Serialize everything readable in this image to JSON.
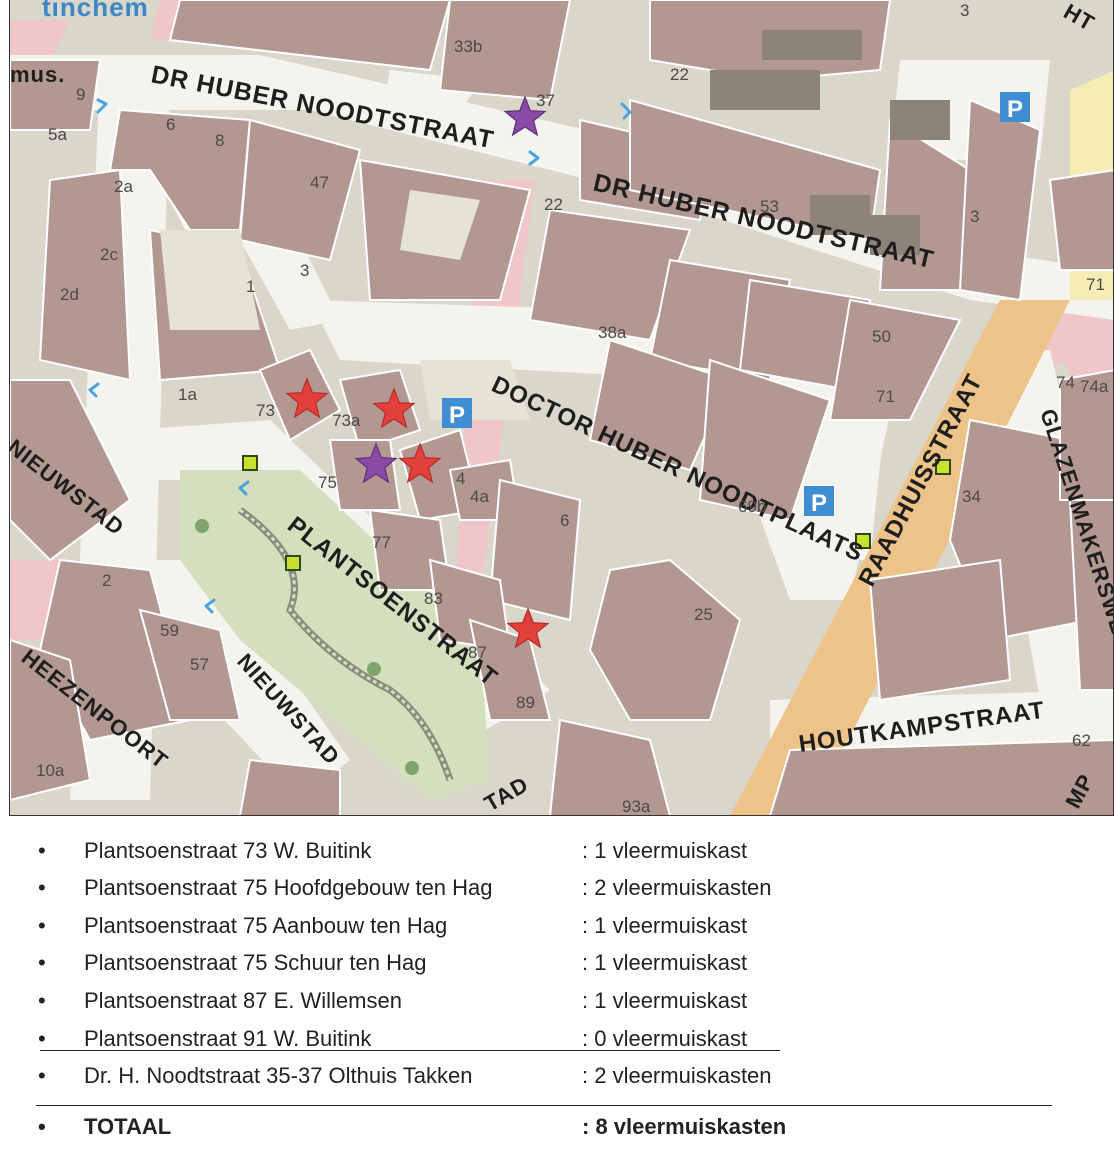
{
  "map": {
    "top_label": "tinchem",
    "label_mus": "mus.",
    "parking_symbol": "P",
    "streets": {
      "huber_west": "DR HUBER NOODTSTRAAT",
      "huber_east": "DR HUBER NOODTSTRAAT",
      "doctor_huber_plaats": "DOCTOR HUBER NOODTPLAATS",
      "raadhuisstraat": "RAADHUISSTRAAT",
      "glazenmakerswegje": "GLAZENMAKERSWEGJE",
      "houtkampstraat": "HOUTKAMPSTRAAT",
      "plantsoenstraat": "PLANTSOENSTRAAT",
      "nieuwstad_west": "NIEUWSTAD",
      "nieuwstad_south": "NIEUWSTAD",
      "heezenpoort": "HEEZENPOORT",
      "tad_fragment": "TAD",
      "mp_fragment": "MP",
      "ht_fragment": "HT"
    },
    "house_numbers": {
      "n9": "9",
      "n5a": "5a",
      "n6": "6",
      "n8": "8",
      "n47": "47",
      "n2a": "2a",
      "n2c": "2c",
      "n2d": "2d",
      "n1": "1",
      "n3a": "3",
      "n33b": "33b",
      "n37": "37",
      "n22a": "22",
      "n22b": "22",
      "n53": "53",
      "n3b": "3",
      "n3c": "3",
      "n71a": "71",
      "n38a": "38a",
      "n50": "50",
      "n71b": "71",
      "n1a": "1a",
      "n73": "73",
      "n73a": "73a",
      "n75": "75",
      "n4": "4",
      "n4a": "4a",
      "n6b": "6",
      "n69b": "69b",
      "n34": "34",
      "n74": "74",
      "n74a": "74a",
      "n77": "77",
      "n83": "83",
      "n87": "87",
      "n89": "89",
      "n25": "25",
      "n2": "2",
      "n59": "59",
      "n57": "57",
      "n10a": "10a",
      "n93a": "93a",
      "n62": "62"
    },
    "markers": [
      {
        "type": "red-star",
        "location": "Plantsoenstraat 73"
      },
      {
        "type": "red-star",
        "location": "Plantsoenstraat 73a"
      },
      {
        "type": "purple-star",
        "location": "Plantsoenstraat 75"
      },
      {
        "type": "red-star",
        "location": "Plantsoenstraat 75"
      },
      {
        "type": "red-star",
        "location": "Plantsoenstraat 87"
      },
      {
        "type": "purple-star",
        "location": "Dr Huber Noodtstraat 37"
      }
    ],
    "colors": {
      "red_star": "#e2403c",
      "purple_star": "#8b4aa8",
      "road_pink": "#f2c2c6",
      "main_road": "#f0c58c",
      "parking_blue": "#3f8ed4",
      "park_green": "#d5e2bf"
    }
  },
  "legend": {
    "bullet": "•",
    "items": [
      {
        "name": "Plantsoenstraat 73 W. Buitink",
        "count": ": 1 vleermuiskast"
      },
      {
        "name": "Plantsoenstraat 75 Hoofdgebouw ten Hag",
        "count": ": 2 vleermuiskasten"
      },
      {
        "name": "Plantsoenstraat 75 Aanbouw ten Hag",
        "count": ": 1 vleermuiskast"
      },
      {
        "name": "Plantsoenstraat 75 Schuur ten Hag",
        "count": ": 1 vleermuiskast"
      },
      {
        "name": "Plantsoenstraat 87 E. Willemsen",
        "count": ": 1 vleermuiskast"
      },
      {
        "name": "Plantsoenstraat 91 W. Buitink",
        "count": ": 0 vleermuiskast",
        "struck": true
      },
      {
        "name": "Dr. H. Noodtstraat 35-37 Olthuis Takken",
        "count": ": 2 vleermuiskasten"
      }
    ],
    "total": {
      "name": "TOTAAL",
      "count": ": 8 vleermuiskasten"
    }
  }
}
